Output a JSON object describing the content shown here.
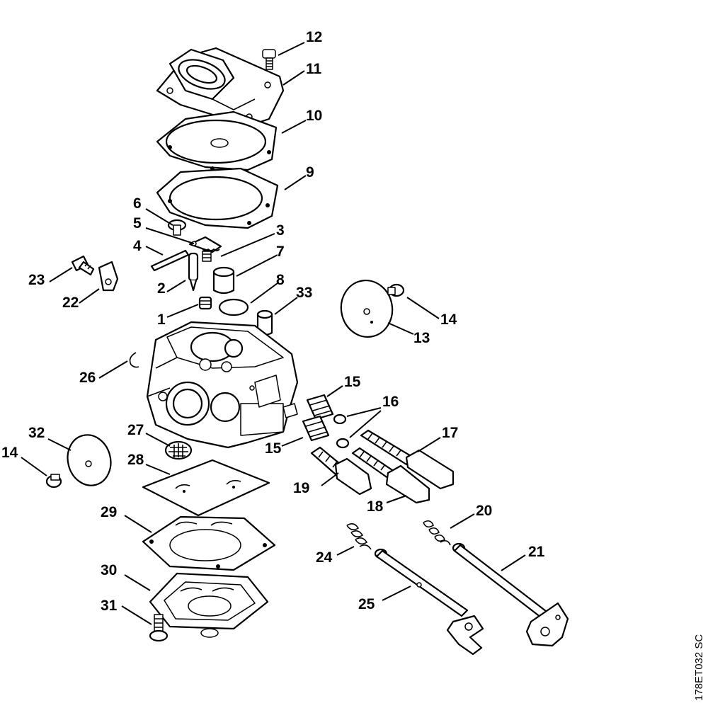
{
  "diagram": {
    "figure_code": "178ET032 SC",
    "labels": {
      "p1": "1",
      "p2": "2",
      "p3": "3",
      "p4": "4",
      "p5": "5",
      "p6": "6",
      "p7": "7",
      "p8": "8",
      "p9": "9",
      "p10": "10",
      "p11": "11",
      "p12": "12",
      "p13": "13",
      "p14a": "14",
      "p14b": "14",
      "p15a": "15",
      "p15b": "15",
      "p16": "16",
      "p17": "17",
      "p18": "18",
      "p19": "19",
      "p20": "20",
      "p21": "21",
      "p22": "22",
      "p23": "23",
      "p24": "24",
      "p25": "25",
      "p26": "26",
      "p27": "27",
      "p28": "28",
      "p29": "29",
      "p30": "30",
      "p31": "31",
      "p32": "32",
      "p33": "33"
    }
  }
}
